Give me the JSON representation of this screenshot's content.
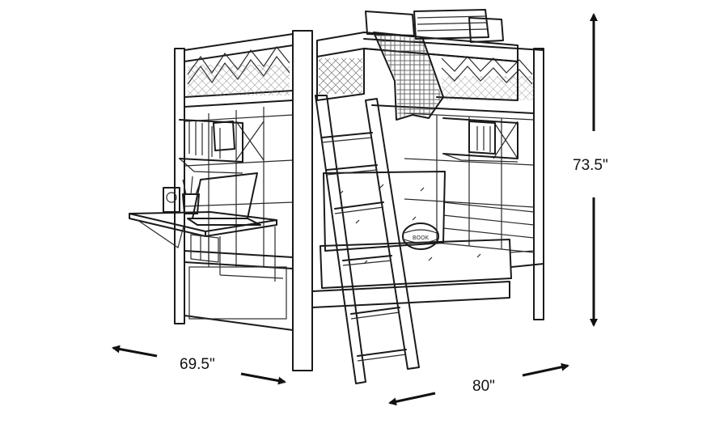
{
  "dimensions": {
    "height_label": "73.5\"",
    "depth_label": "69.5\"",
    "width_label": "80\""
  },
  "book_label": "BOOK",
  "colors": {
    "line": "#1a1a1a",
    "background": "#ffffff"
  }
}
